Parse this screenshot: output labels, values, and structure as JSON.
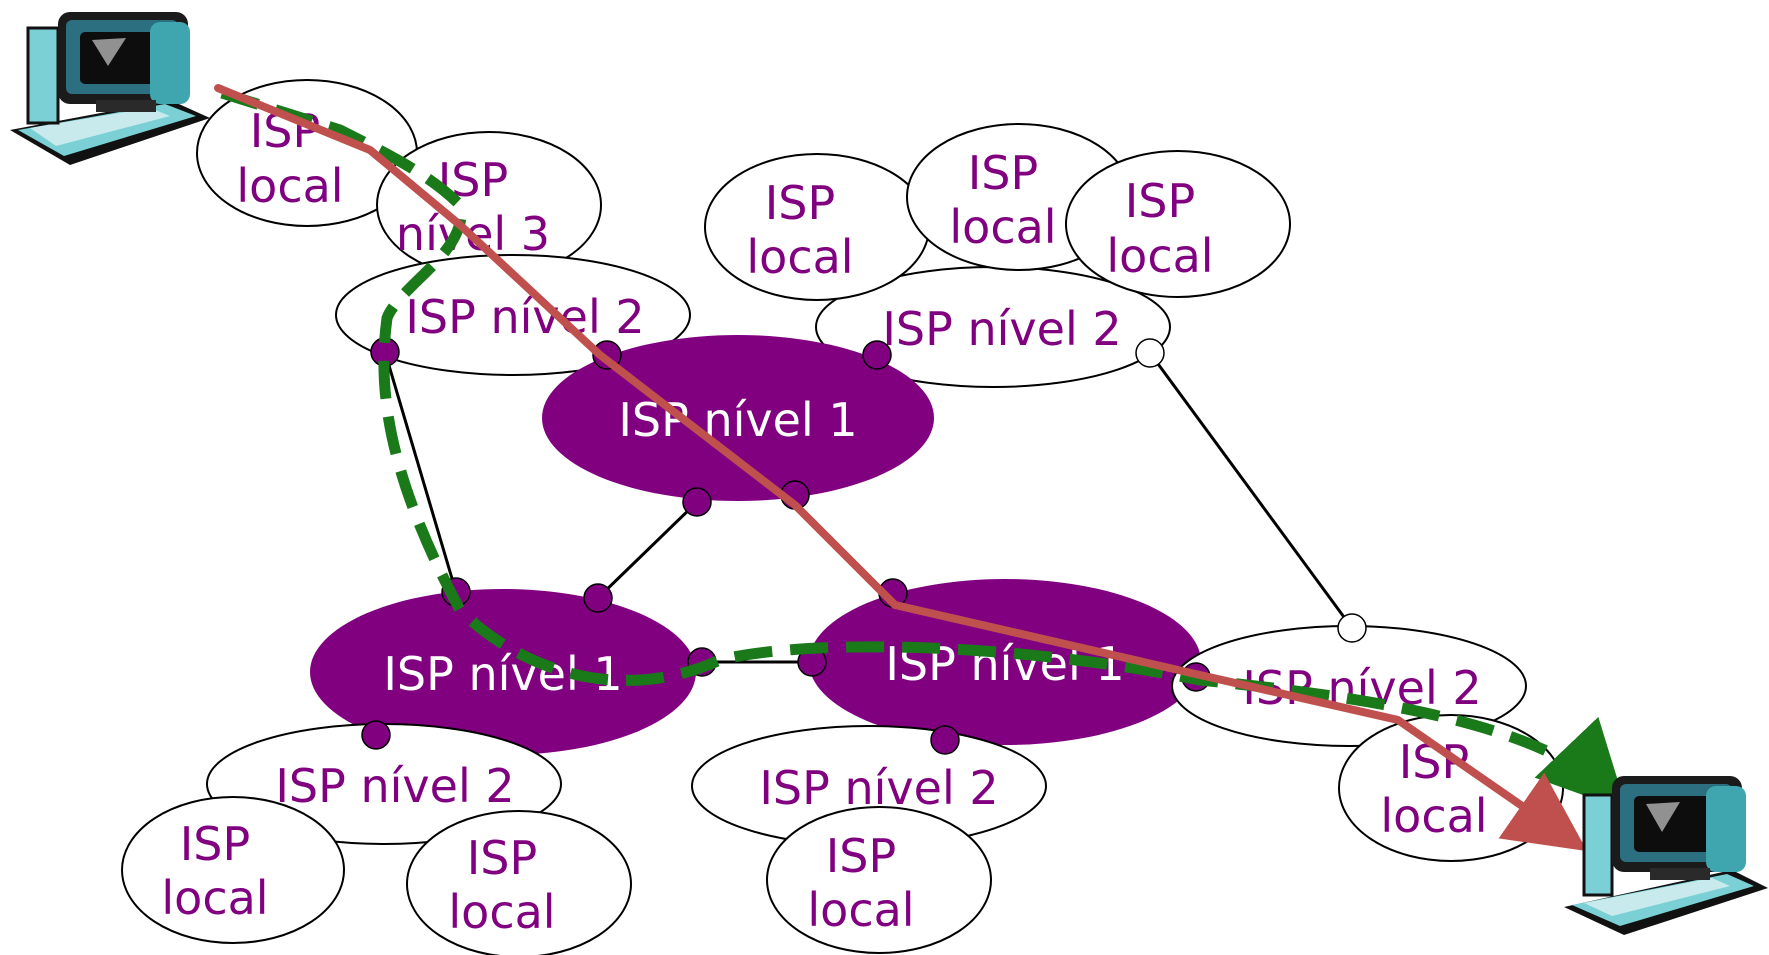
{
  "labels": {
    "isp": "ISP",
    "local": "local",
    "nivel3": "nível 3",
    "isp_nivel_2": "ISP nível 2",
    "isp_nivel_1": "ISP nível 1"
  },
  "colors": {
    "tier1_fill": "#800080",
    "node_fill": "#800080",
    "label_purple": "#800080",
    "label_white": "#ffffff",
    "route_solid": "#c0504d",
    "route_dashed": "#1a7a1a",
    "link": "#000000",
    "ellipse_stroke": "#000000"
  },
  "icons": [
    "computer-icon-source",
    "computer-icon-destination"
  ]
}
